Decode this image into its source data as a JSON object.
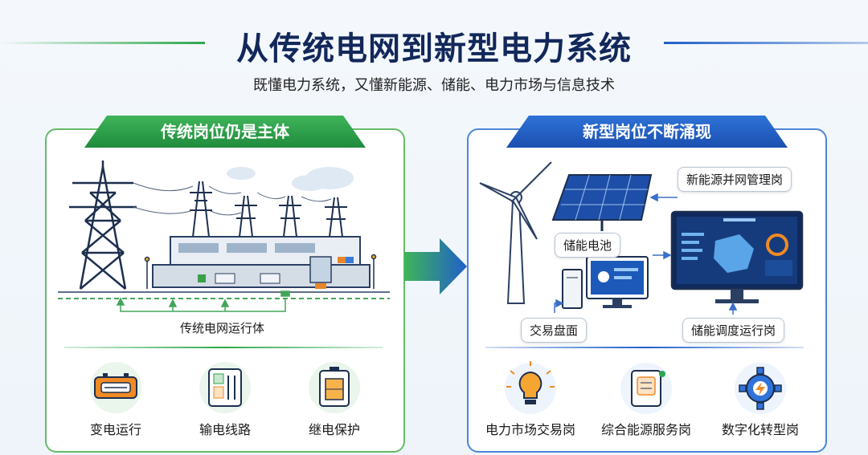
{
  "header": {
    "title": "从传统电网到新型电力系统",
    "subtitle": "既懂电力系统，又懂新能源、储能、电力市场与信息技术"
  },
  "left_panel": {
    "tab_label": "传统岗位仍是主体",
    "scene_caption": "传统电网运行体",
    "roles": [
      {
        "label": "变电运行",
        "icon": "transformer-icon"
      },
      {
        "label": "输电线路",
        "icon": "transmission-panel-icon"
      },
      {
        "label": "继电保护",
        "icon": "relay-battery-icon"
      }
    ],
    "accent": "#2ba74b"
  },
  "right_panel": {
    "tab_label": "新型岗位不断涌现",
    "callouts": {
      "grid_mgmt": "新能源并网管理岗",
      "storage_battery": "储能电池",
      "trading_screen": "交易盘面",
      "storage_dispatch": "储能调度运行岗"
    },
    "roles": [
      {
        "label": "电力市场交易岗",
        "icon": "lightbulb-icon"
      },
      {
        "label": "综合能源服务岗",
        "icon": "document-icon"
      },
      {
        "label": "数字化转型岗",
        "icon": "gear-icon"
      }
    ],
    "accent": "#1f5fc9"
  }
}
